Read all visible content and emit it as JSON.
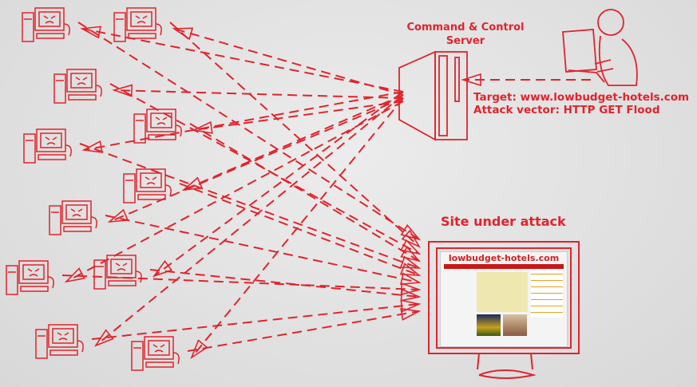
{
  "labels": {
    "cc_line1": "Command & Control",
    "cc_line2": "Server",
    "target": "Target: www.lowbudget-hotels.com",
    "vector": "Attack vector: HTTP GET Flood",
    "site_under_attack": "Site under attack",
    "site_name": "lowbudget-hotels.com"
  },
  "colors": {
    "ink": "#e0242c",
    "background": "#e4e4e4"
  },
  "bot_count": 11
}
